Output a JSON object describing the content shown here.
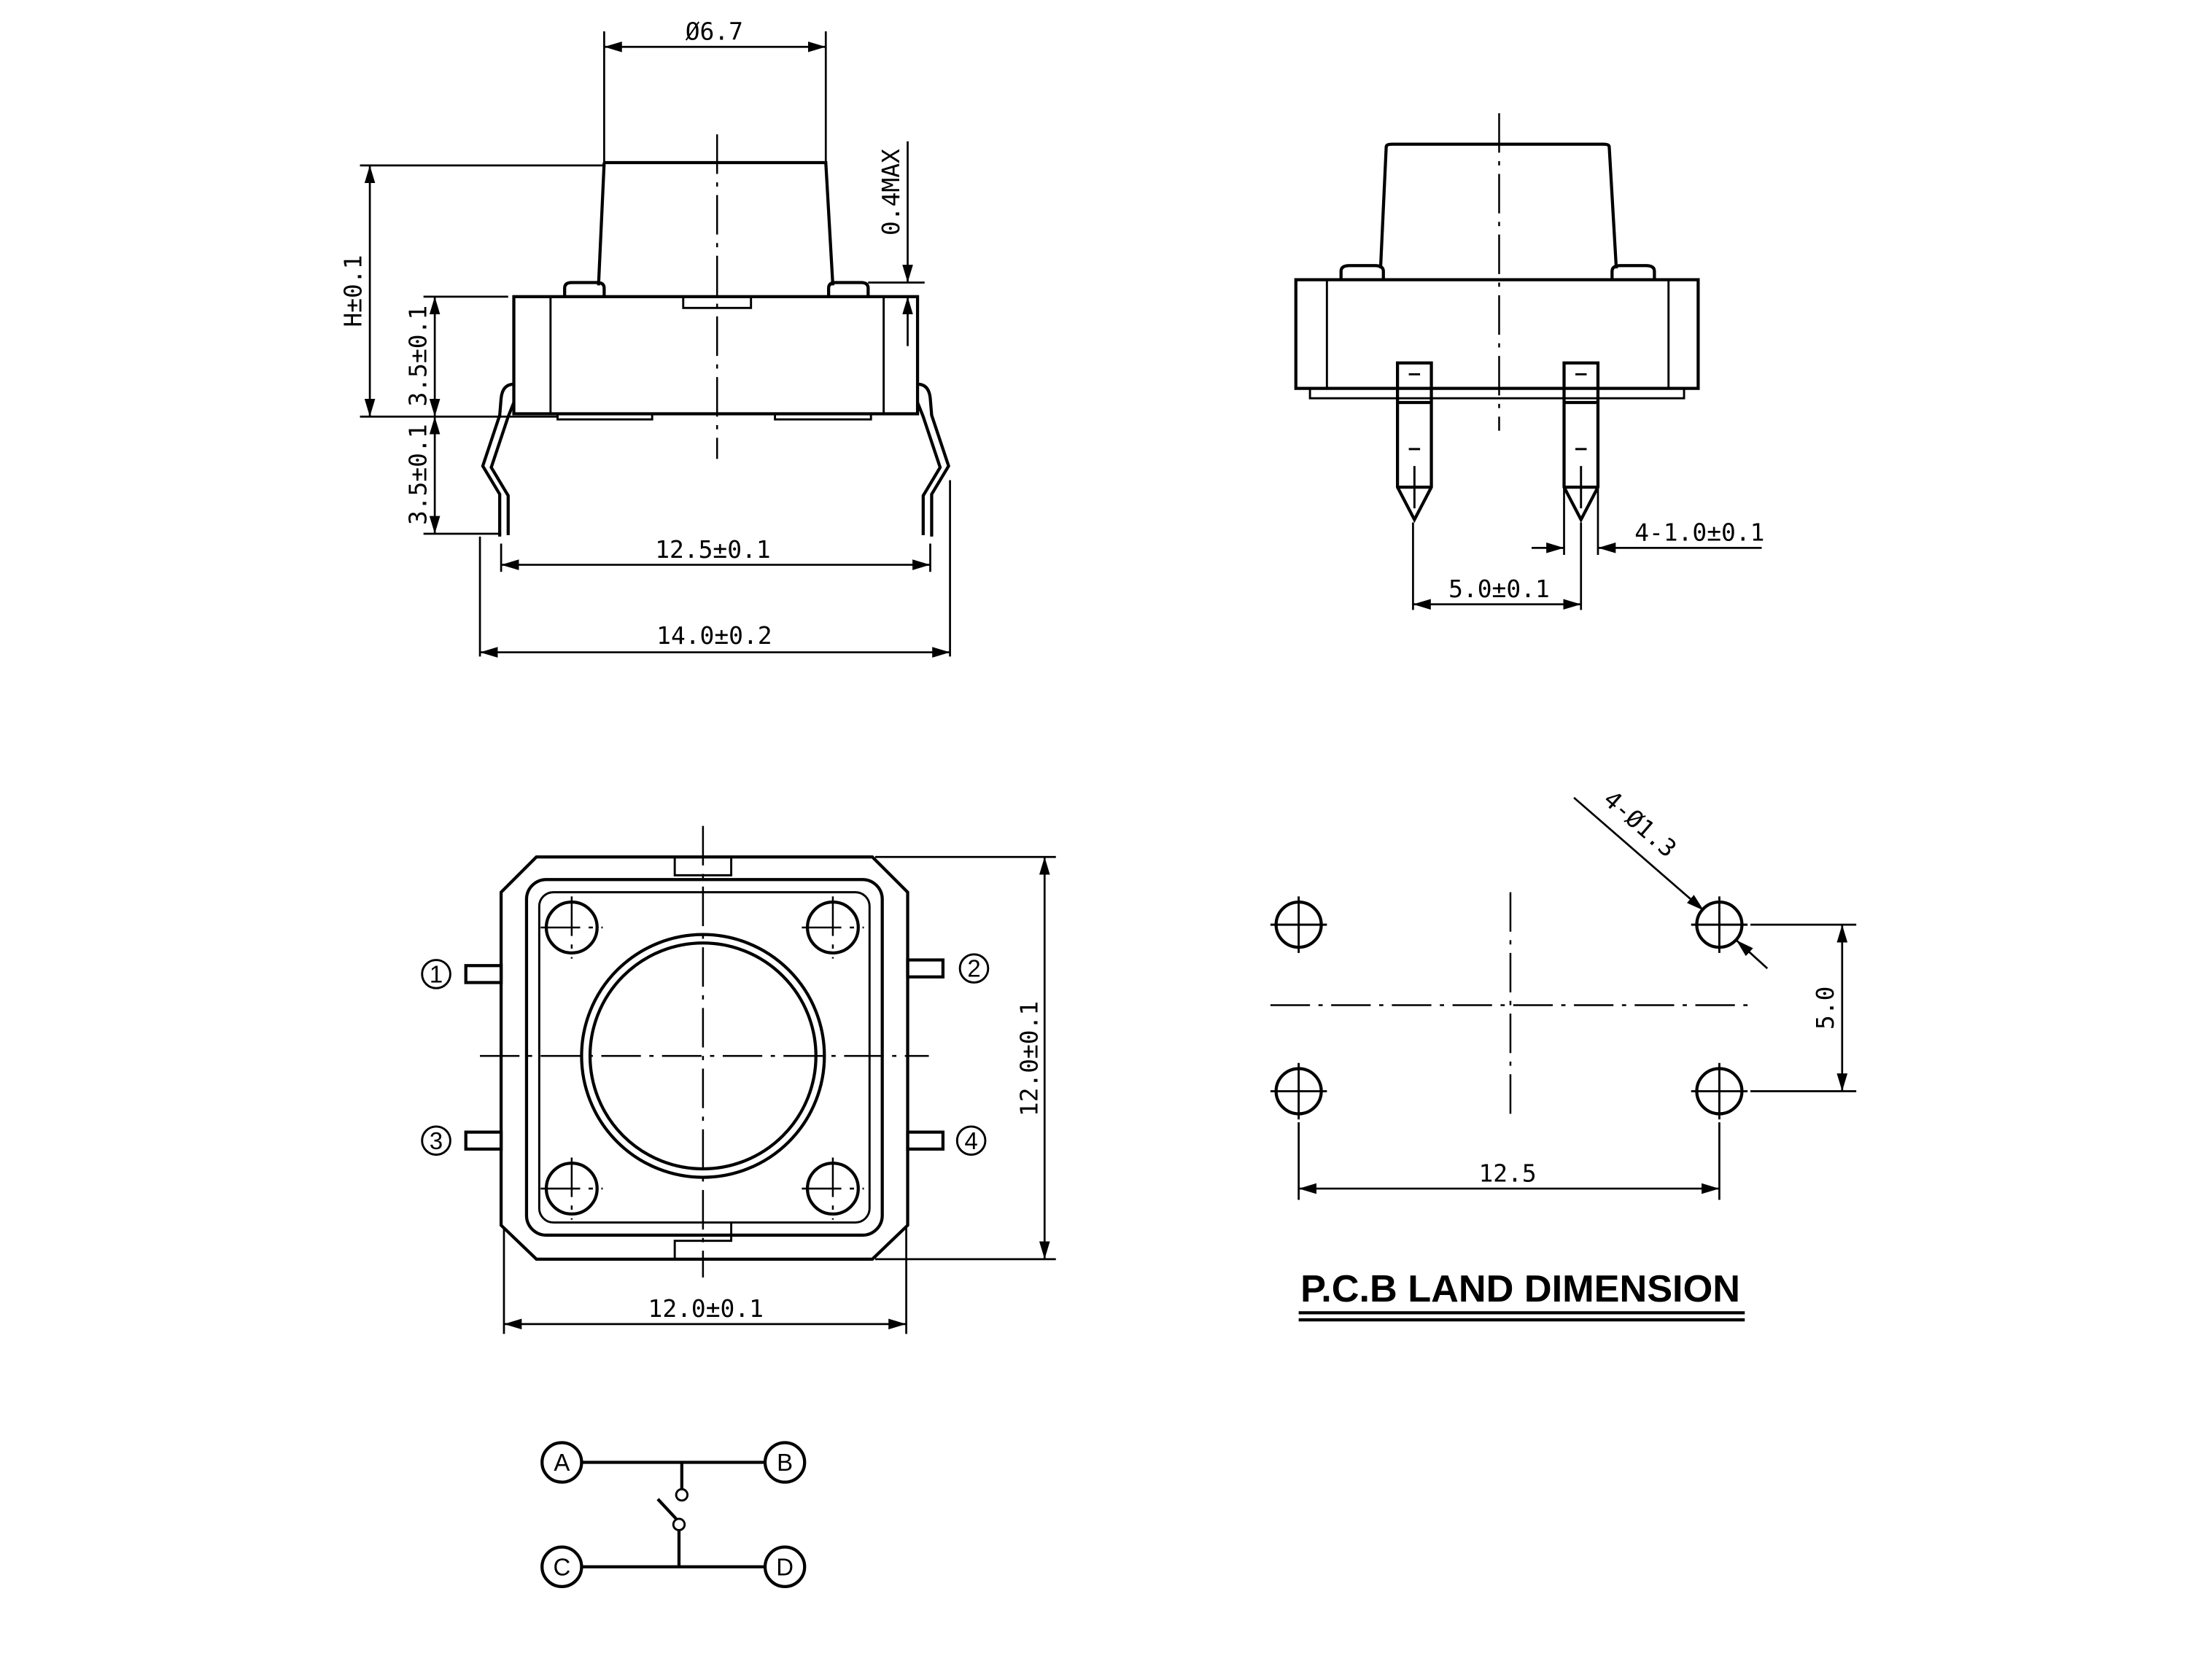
{
  "front_view": {
    "diameter_label": "Ø6.7",
    "height_label": "H±0.1",
    "body_height_label": "3.5±0.1",
    "leg_height_label": "3.5±0.1",
    "gap_label": "0.4MAX",
    "leg_span_label": "12.5±0.1",
    "overall_width_label": "14.0±0.2"
  },
  "side_view": {
    "pin_pitch_label": "5.0±0.1",
    "pin_width_label": "4-1.0±0.1"
  },
  "bottom_view": {
    "width_label": "12.0±0.1",
    "height_label": "12.0±0.1",
    "terminals": [
      "1",
      "2",
      "3",
      "4"
    ]
  },
  "pcb_land": {
    "hole_label": "4-Ø1.3",
    "vertical_label": "5.0",
    "horizontal_label": "12.5",
    "title": "P.C.B LAND DIMENSION"
  },
  "schematic": {
    "nodes": [
      "A",
      "B",
      "C",
      "D"
    ]
  }
}
